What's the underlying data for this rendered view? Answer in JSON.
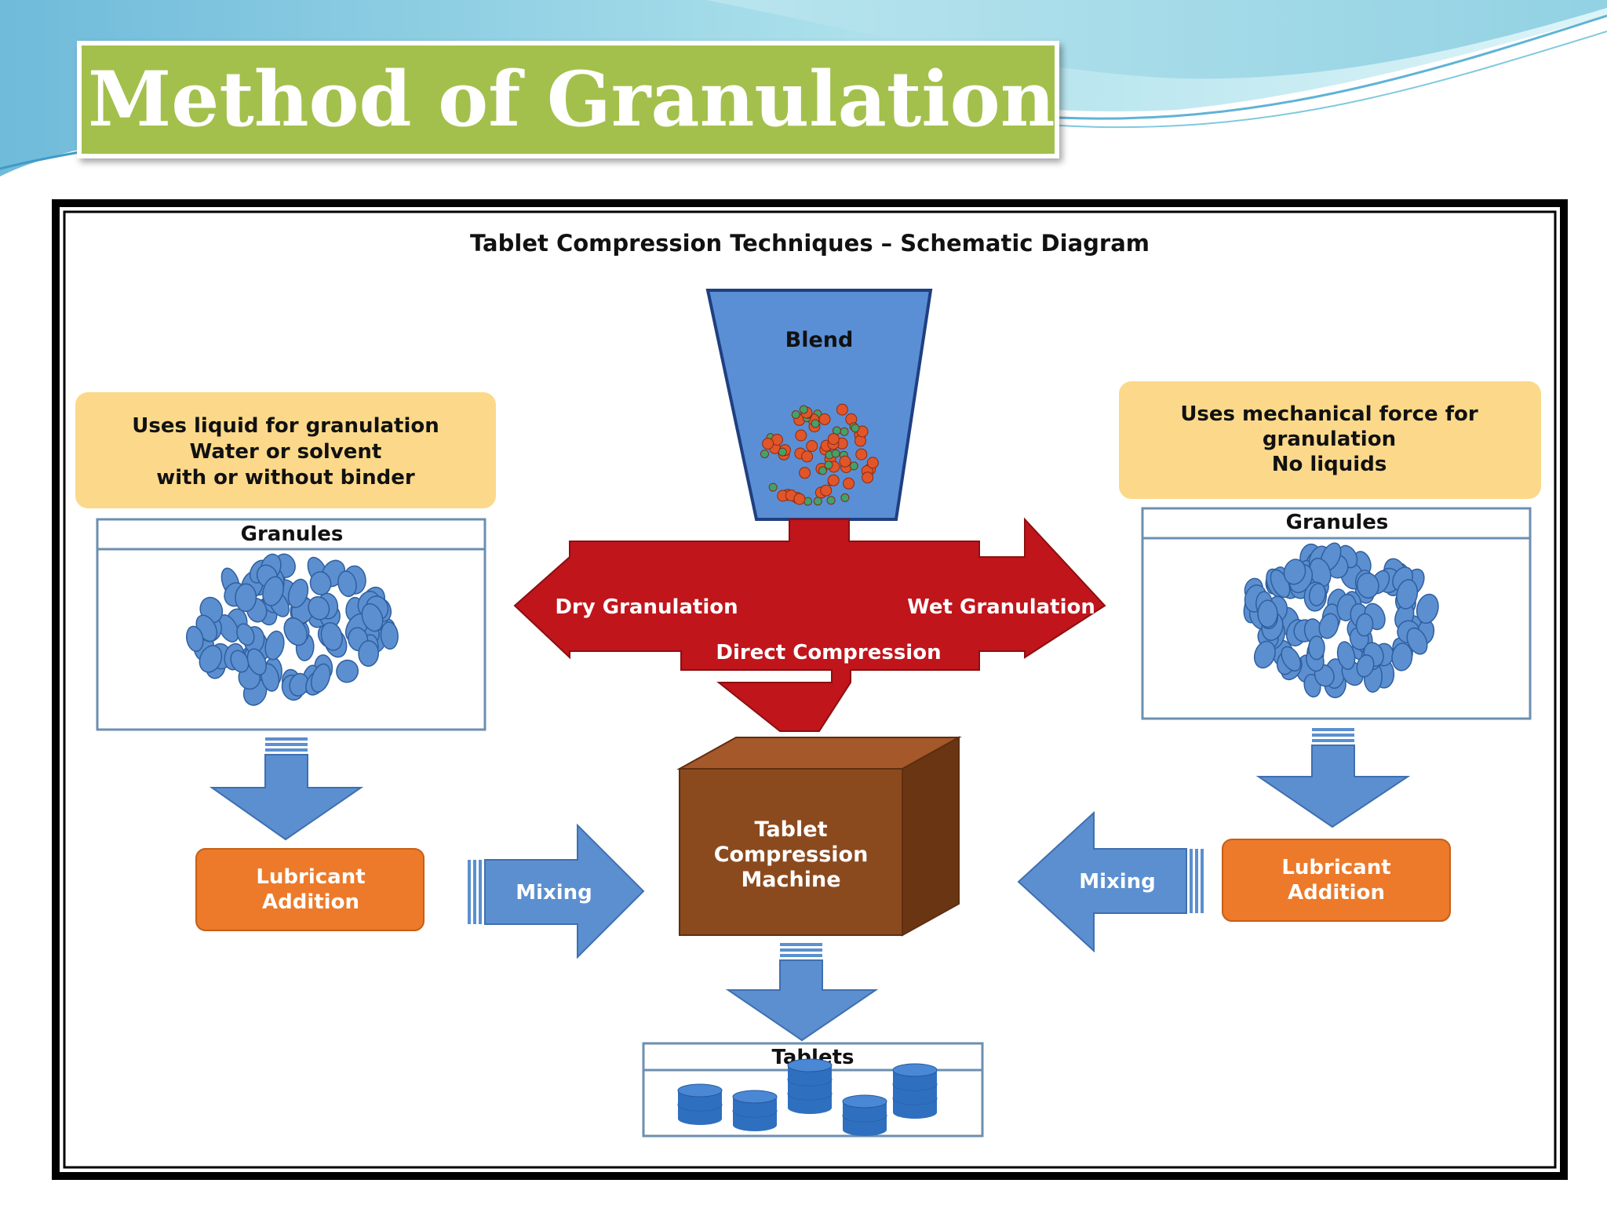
{
  "slide": {
    "title": "Method of Granulation"
  },
  "diagram": {
    "heading": "Tablet Compression Techniques – Schematic Diagram",
    "hopper_label": "Blend",
    "left_note": [
      "Uses liquid for granulation",
      "Water or solvent",
      "with or without binder"
    ],
    "right_note": [
      "Uses mechanical force for",
      "granulation",
      "No liquids"
    ],
    "left_granules_label": "Granules",
    "right_granules_label": "Granules",
    "arrow_dry": "Dry Granulation",
    "arrow_wet": "Wet Granulation",
    "arrow_direct": "Direct Compression",
    "left_lubricant": [
      "Lubricant",
      "Addition"
    ],
    "right_lubricant": [
      "Lubricant",
      "Addition"
    ],
    "left_mixing": "Mixing",
    "right_mixing": "Mixing",
    "machine_label": [
      "Tablet",
      "Compression",
      "Machine"
    ],
    "tablets_label": "Tablets"
  },
  "colors": {
    "title_bar": "#a3c04c",
    "note_box": "#fcd98a",
    "arrow_red": "#c0151b",
    "arrow_blue": "#5b8fd0",
    "lubricant_orange": "#ec7a2a",
    "machine_brown": "#8b4a1e",
    "granule_blue": "#5b8fd0",
    "blend_blue": "#5a8fd6"
  }
}
